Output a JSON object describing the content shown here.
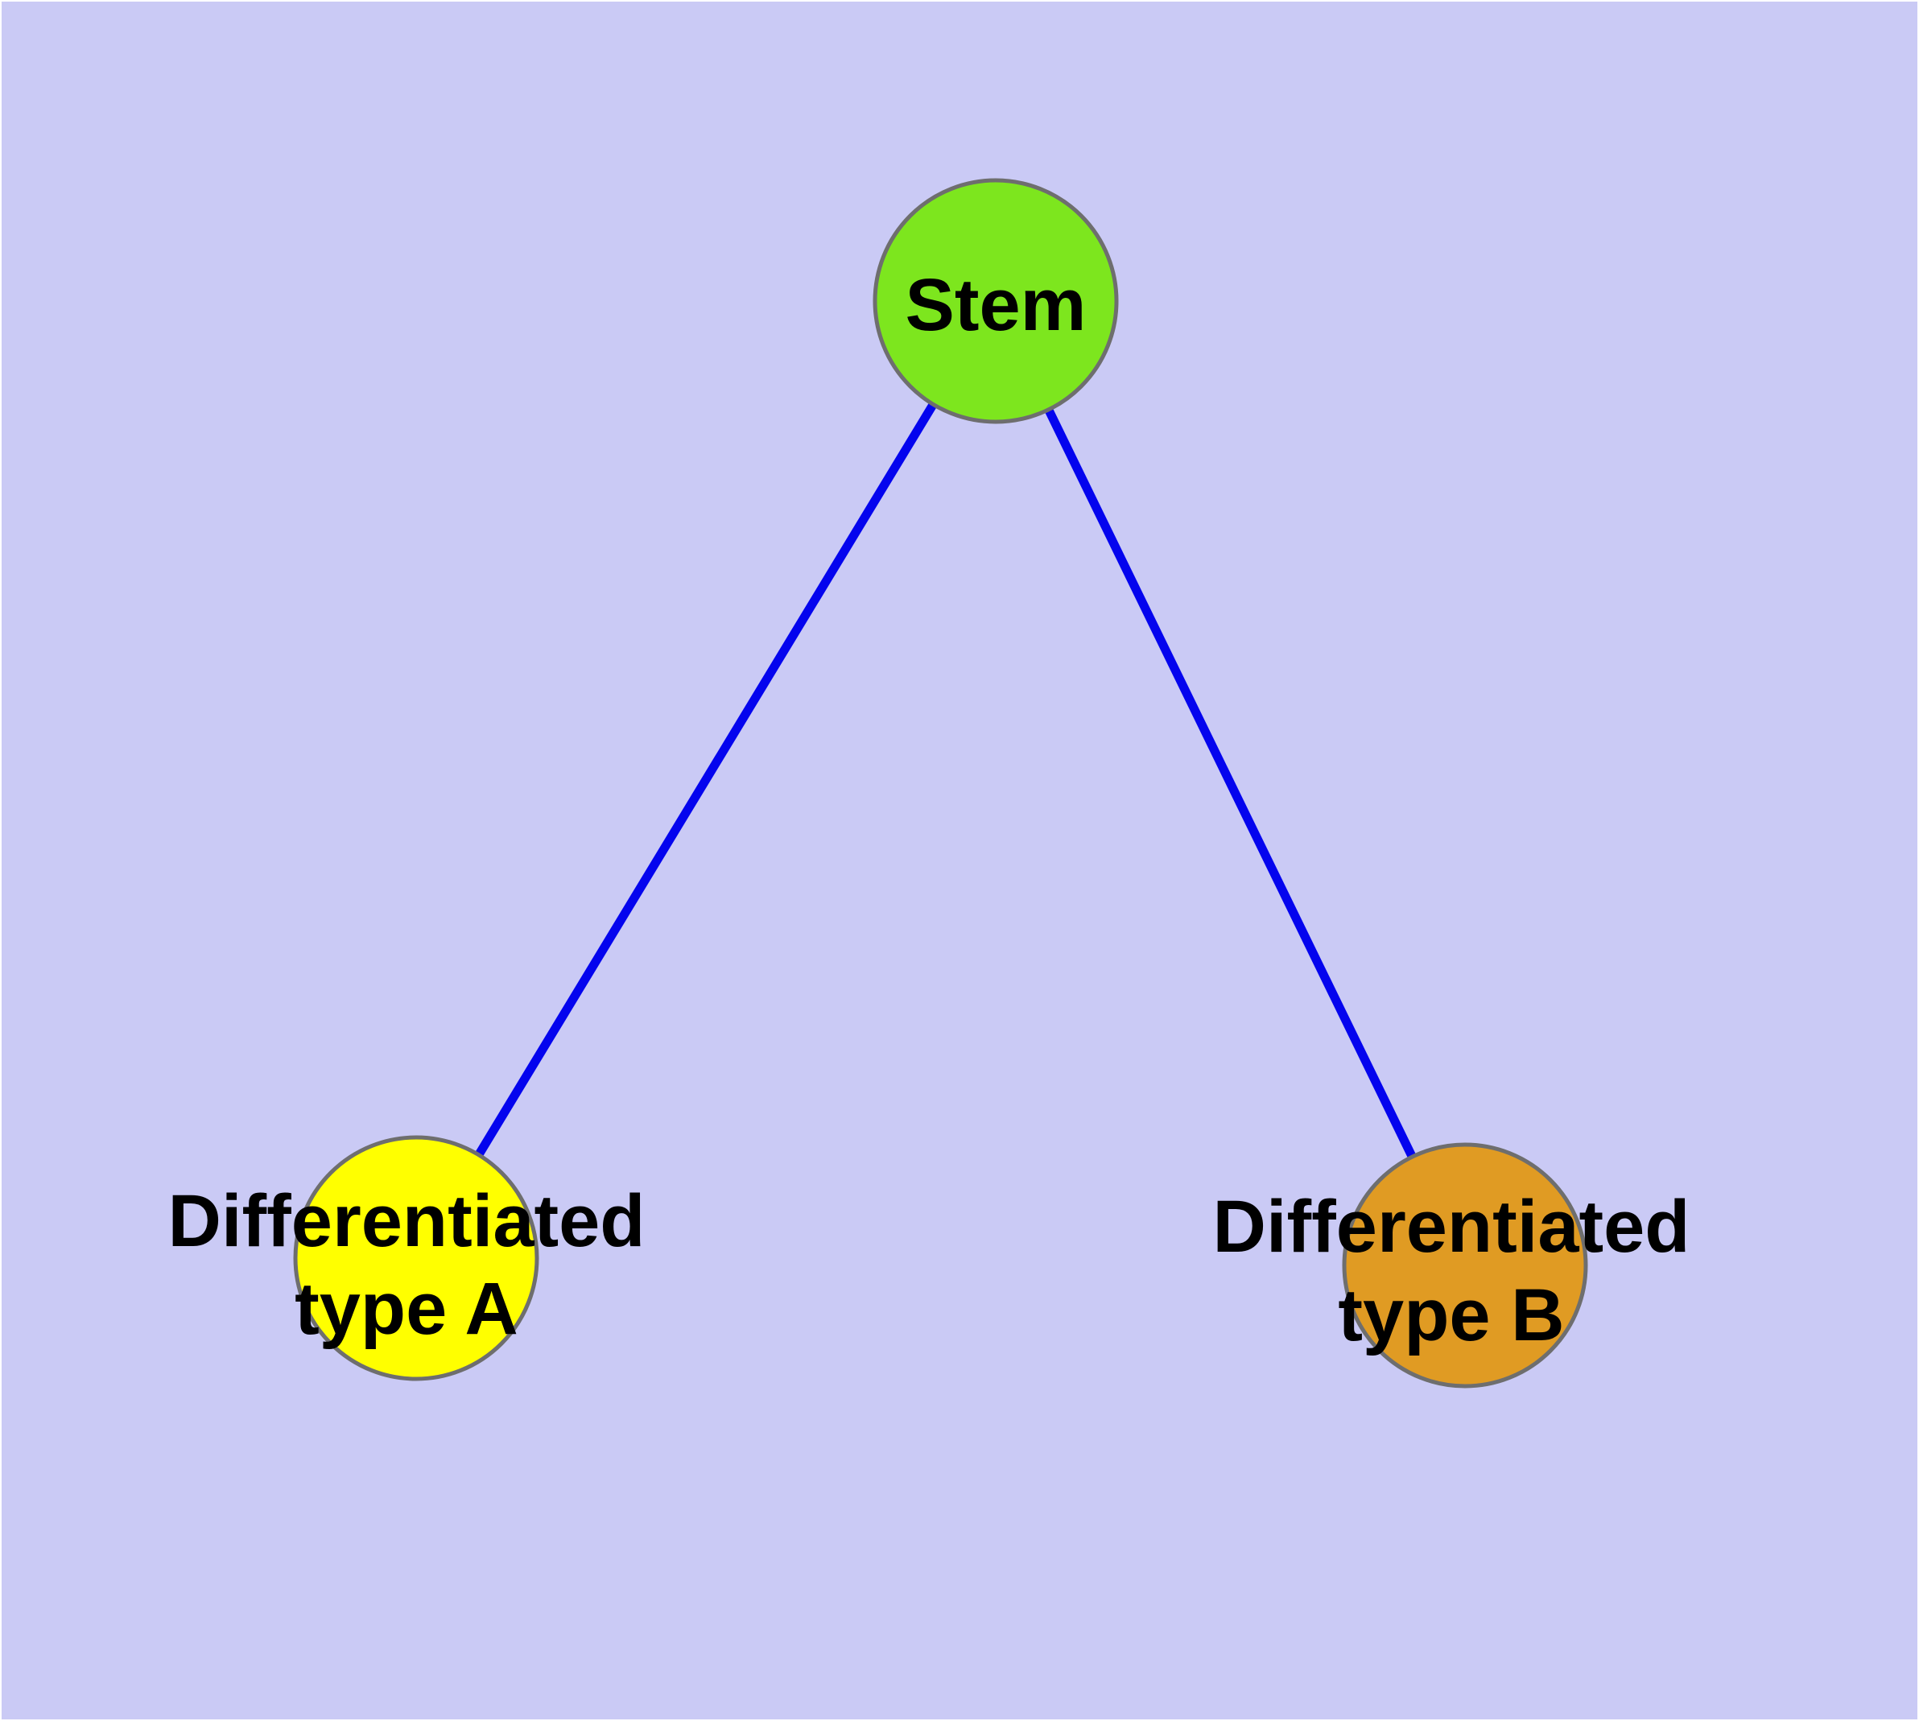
{
  "diagram": {
    "nodes": [
      {
        "id": "stem",
        "lines": [
          "Stem"
        ],
        "fill": "#7DE61E"
      },
      {
        "id": "differentiated-type-a",
        "lines": [
          "Differentiated",
          "type A"
        ],
        "fill": "#FFFF00"
      },
      {
        "id": "differentiated-type-b",
        "lines": [
          "Differentiated",
          "type B"
        ],
        "fill": "#E09B23"
      }
    ],
    "edges": [
      {
        "from": "stem",
        "to": "differentiated-type-a"
      },
      {
        "from": "stem",
        "to": "differentiated-type-b"
      }
    ]
  },
  "colors": {
    "background": "#CACAF5",
    "canvas_border": "#FFFFFF",
    "node_border": "#6E6E6E",
    "edge": "#0404EE",
    "label": "#000000"
  }
}
